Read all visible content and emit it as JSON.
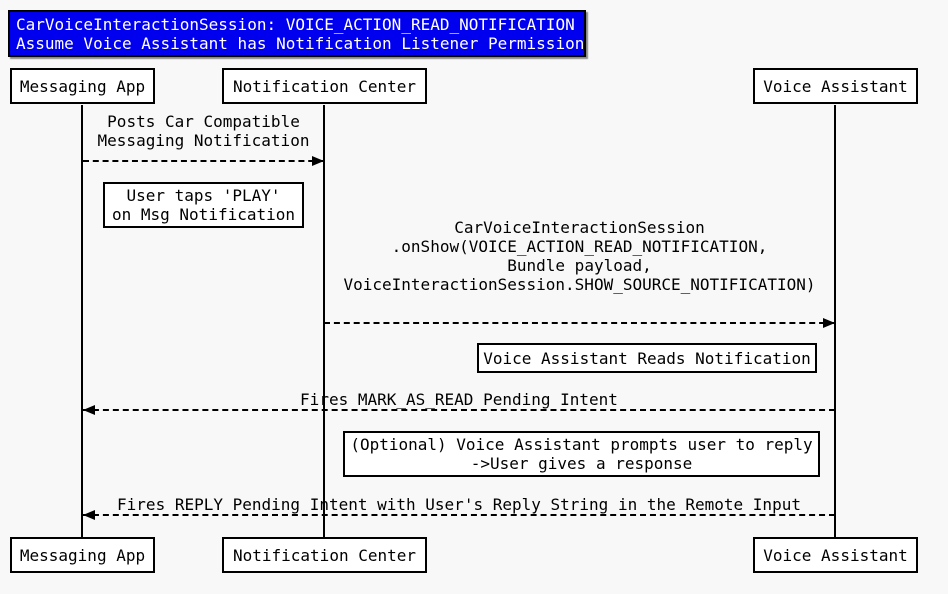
{
  "title": {
    "line1": "CarVoiceInteractionSession: VOICE_ACTION_READ_NOTIFICATION",
    "line2": "Assume Voice Assistant has Notification Listener Permission"
  },
  "actors": [
    {
      "name": "Messaging App"
    },
    {
      "name": "Notification Center"
    },
    {
      "name": "Voice Assistant"
    }
  ],
  "messages": [
    {
      "from": "Messaging App",
      "to": "Notification Center",
      "direction": "right",
      "line_style": "dashed",
      "lines": [
        "Posts Car Compatible",
        "Messaging Notification"
      ]
    },
    {
      "from": "Notification Center",
      "to": "Voice Assistant",
      "direction": "right",
      "line_style": "dashed",
      "lines": [
        "CarVoiceInteractionSession",
        ".onShow(VOICE_ACTION_READ_NOTIFICATION,",
        "Bundle payload,",
        "VoiceInteractionSession.SHOW_SOURCE_NOTIFICATION)"
      ]
    },
    {
      "from": "Voice Assistant",
      "to": "Messaging App",
      "direction": "left",
      "line_style": "dashed",
      "lines": [
        "Fires MARK_AS_READ Pending Intent"
      ]
    },
    {
      "from": "Voice Assistant",
      "to": "Messaging App",
      "direction": "left",
      "line_style": "dashed",
      "lines": [
        "Fires REPLY Pending Intent with User's Reply String in the Remote Input"
      ]
    }
  ],
  "notes": [
    {
      "lines": [
        "User taps 'PLAY'",
        "on Msg Notification"
      ]
    },
    {
      "lines": [
        "Voice Assistant Reads Notification"
      ]
    },
    {
      "lines": [
        "(Optional) Voice Assistant prompts user to reply",
        "->User gives a response"
      ]
    }
  ],
  "colors": {
    "background": "#F8F8F8",
    "title_bg": "#0000EE",
    "title_text": "#FFFFFF",
    "box_bg": "#FFFFFF",
    "line": "#000000"
  }
}
